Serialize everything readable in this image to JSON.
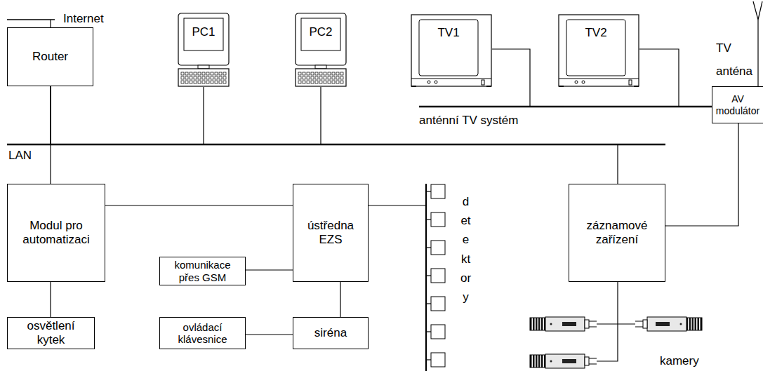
{
  "diagram": {
    "nodes": [
      {
        "text": [
          "Router"
        ]
      },
      {
        "text": [
          "PC1"
        ]
      },
      {
        "text": [
          "PC2"
        ]
      },
      {
        "text": [
          "TV1"
        ]
      },
      {
        "text": [
          "TV2"
        ]
      },
      {
        "text": [
          "AV modulátor"
        ]
      },
      {
        "text": [
          "Modul pro automatizaci"
        ]
      },
      {
        "text": [
          "ústředna EZS"
        ]
      },
      {
        "text": [
          "záznamové zařízení"
        ]
      },
      {
        "text": [
          "komunikace přes GSM"
        ]
      },
      {
        "text": [
          "osvětlení kytek"
        ]
      },
      {
        "text": [
          "ovládací klávesnice"
        ]
      },
      {
        "text": [
          "siréna"
        ]
      }
    ],
    "edges": [
      {
        "from": 0,
        "to": 1,
        "arrow": "none"
      },
      {
        "from": 0,
        "to": 2,
        "arrow": "none"
      },
      {
        "from": 0,
        "to": 6,
        "arrow": "none"
      },
      {
        "from": 0,
        "to": 8,
        "arrow": "none"
      },
      {
        "from": 3,
        "to": 5,
        "arrow": "none"
      },
      {
        "from": 4,
        "to": 5,
        "arrow": "none"
      },
      {
        "from": 8,
        "to": 5,
        "arrow": "none"
      },
      {
        "from": 6,
        "to": 7,
        "arrow": "none"
      },
      {
        "from": 9,
        "to": 7,
        "arrow": "none"
      },
      {
        "from": 6,
        "to": 10,
        "arrow": "none"
      },
      {
        "from": 7,
        "to": 12,
        "arrow": "none"
      },
      {
        "from": 11,
        "to": 12,
        "arrow": "none"
      }
    ],
    "labels": [
      "Internet",
      "TV anténa",
      "anténní TV systém",
      "LAN",
      "detektory",
      "kamery"
    ]
  }
}
